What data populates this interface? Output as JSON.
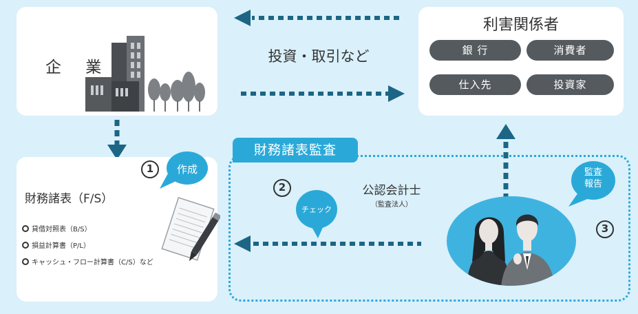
{
  "company": {
    "label": "企 業"
  },
  "stakeholders": {
    "title": "利害関係者",
    "items": [
      "銀 行",
      "消費者",
      "仕入先",
      "投資家"
    ]
  },
  "flow": {
    "investment_label": "投資・取引など"
  },
  "financial_statements": {
    "title": "財務諸表（F/S）",
    "items": [
      "貸借対照表（B/S）",
      "損益計算書（P/L）",
      "キャッシュ・フロー計算書（C/S）など"
    ]
  },
  "audit": {
    "tab_label": "財務諸表監査",
    "auditor_label": "公認会計士",
    "auditor_sub": "（監査法人）"
  },
  "steps": [
    {
      "number": "1",
      "label": "作成"
    },
    {
      "number": "2",
      "label": "チェック"
    },
    {
      "number": "3",
      "label": "監査\n報告"
    }
  ],
  "colors": {
    "dark_teal": "#1c6585",
    "accent_blue": "#2aa9d9",
    "pill_gray": "#555a5e",
    "background": "#daf0fa"
  }
}
